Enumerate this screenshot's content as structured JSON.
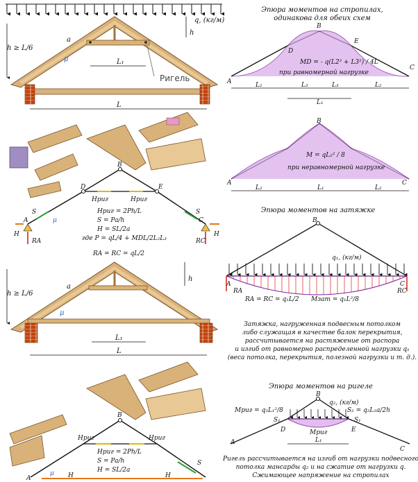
{
  "colors": {
    "wood": "#d9b27a",
    "wood_dark": "#a0743d",
    "brick": "#c1440e",
    "moment_fill": "#7a1fa2",
    "arrow_red": "#d8231a",
    "arrow_orange": "#e8761a",
    "arrow_green": "#2f9e3a",
    "arrow_yellow": "#e6b800",
    "arrow_blue": "#2a5fd0"
  },
  "panel1": {
    "load_label": "q, (кг/м)",
    "h_label": "h ≥ L/6",
    "a_label": "a",
    "h1_label": "h",
    "mu_label": "μ",
    "L1_label": "L₁",
    "L_label": "L",
    "rigel_label": "Ригель"
  },
  "moments_rafters": {
    "title_line1": "Эпюра моментов на стропилах,",
    "title_line2": "одинакова для обеих схем",
    "pt_A": "A",
    "pt_B": "B",
    "pt_C": "C",
    "pt_D": "D",
    "pt_E": "E",
    "formula_md": "MD = - q(L2² + L3²) / 4L",
    "formula_md_note": "при равномерной нагрузке",
    "dim_L2": "L₂",
    "dim_L3a": "L₃",
    "dim_L3b": "L₃",
    "dim_L2b": "L₂",
    "dim_L1": "L₁",
    "formula_m": "M = qL₂² / 8",
    "formula_m_note": "при неравномерной нагрузке",
    "dim2_L2": "L₂",
    "dim2_L1": "L₁",
    "dim2_L2b": "L₂"
  },
  "scheme1": {
    "pt_A": "A",
    "pt_B": "B",
    "pt_C": "C",
    "pt_D": "D",
    "pt_E": "E",
    "H_rig_left": "Hриг",
    "H_rig_right": "Hриг",
    "S_left": "S",
    "S_right": "S",
    "mu": "μ",
    "H_left": "H",
    "H_right": "H",
    "RA": "RA",
    "RC": "RC",
    "f1": "Hриг = 2Ph/L",
    "f2": "S = Pa/h",
    "f3": "H = SL/2a",
    "f4": "где P = qL/4 + MDL/2L₂L₃",
    "f5": "RA = RC = qL/2"
  },
  "moments_tie": {
    "title": "Эпюра моментов на затяжке",
    "pt_A": "A",
    "pt_B": "B",
    "pt_C": "C",
    "load": "q₁, (кг/м)",
    "RA": "RA",
    "RC": "RC",
    "f1": "RA = RC = q₁L/2",
    "f2": "Mзат = q₁L²/8",
    "note1": "Затяжка, нагруженная подвесным потолком",
    "note2": "либо служащая в качестве балок перекрытия,",
    "note3": "рассчитывается на растяжение от распора",
    "note4": "и изгиб от равномерно распределенной нагрузки q₁",
    "note5": "(веса потолка, перекрытия, полезной нагрузки и т. д.)."
  },
  "panel2": {
    "h_label": "h ≥ L/6",
    "a_label": "a",
    "h1_label": "h",
    "mu_label": "μ",
    "L1_label": "L₁",
    "L_label": "L"
  },
  "moments_rigel": {
    "title": "Эпюра моментов на ригеле",
    "load": "q₂, (кг/м)",
    "m_left": "Mриг = q₂L₁²/8",
    "s_right": "S₂ = q₂L₁a/2h",
    "pt_A": "A",
    "pt_B": "B",
    "pt_C": "C",
    "pt_D": "D",
    "pt_E": "E",
    "s1a": "S₁",
    "s1b": "S₁",
    "m_mid": "Mриг",
    "dim_L1": "L₁",
    "note1": "Ригель рассчитывается на изгиб от нагрузки подвесного",
    "note2": "потолка мансарды q₂ и на сжатие от нагрузки q.",
    "note3": "Сжимающее напряжение на стропилах"
  },
  "scheme2": {
    "pt_A": "A",
    "pt_B": "B",
    "H_rig_left": "Hриг",
    "H_rig_right": "Hриг",
    "S_right": "S",
    "mu": "μ",
    "H_left": "H",
    "H_right": "H",
    "f1": "Hриг = 2Ph/L",
    "f2": "S = Pa/h",
    "f3": "H = SL/2a"
  }
}
